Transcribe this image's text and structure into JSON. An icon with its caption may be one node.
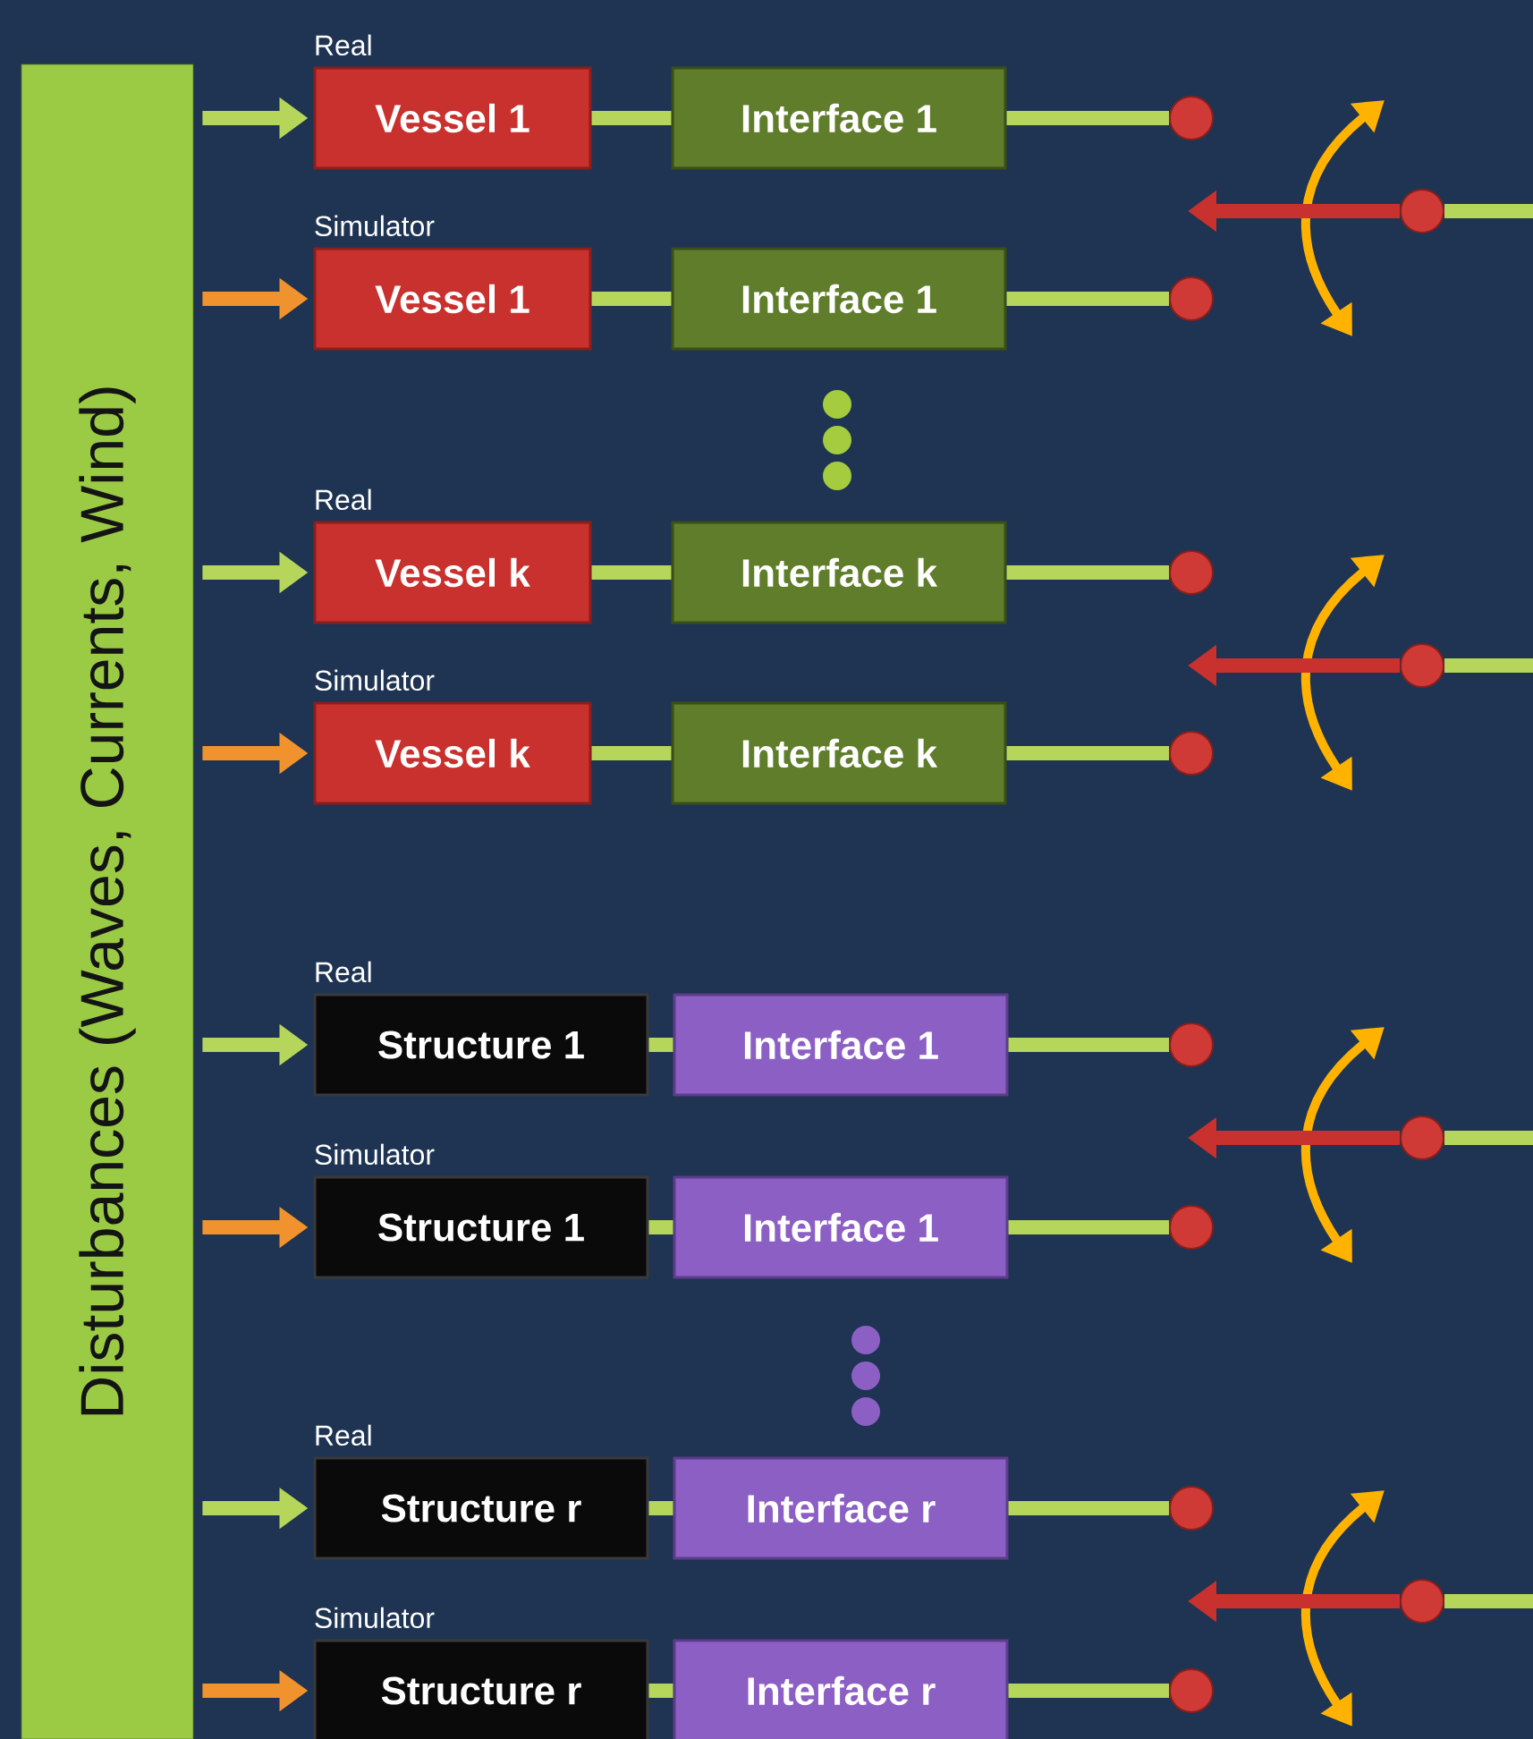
{
  "diagram": {
    "nodes": [
      {
        "text": [
          "Disturbances (Waves, Currents, Wind)"
        ]
      },
      {
        "text": [
          "Vessel 1"
        ],
        "beside": [
          "Real"
        ]
      },
      {
        "text": [
          "Interface 1"
        ]
      },
      {
        "text": [],
        "shape": "circle"
      },
      {
        "text": [
          "Vessel 1"
        ],
        "beside": [
          "Simulator"
        ]
      },
      {
        "text": [
          "Interface 1"
        ]
      },
      {
        "text": [],
        "shape": "circle"
      },
      {
        "text": [
          "Vessel k"
        ],
        "beside": [
          "Real"
        ]
      },
      {
        "text": [
          "Interface k"
        ]
      },
      {
        "text": [],
        "shape": "circle"
      },
      {
        "text": [
          "Vessel k"
        ],
        "beside": [
          "Simulator"
        ]
      },
      {
        "text": [
          "Interface k"
        ]
      },
      {
        "text": [],
        "shape": "circle"
      },
      {
        "text": [
          "Structure 1"
        ],
        "beside": [
          "Real"
        ]
      },
      {
        "text": [
          "Interface 1"
        ]
      },
      {
        "text": [],
        "shape": "circle"
      },
      {
        "text": [
          "Structure 1"
        ],
        "beside": [
          "Simulator"
        ]
      },
      {
        "text": [
          "Interface 1"
        ]
      },
      {
        "text": [],
        "shape": "circle"
      },
      {
        "text": [
          "Structure r"
        ],
        "beside": [
          "Real"
        ]
      },
      {
        "text": [
          "Interface r"
        ]
      },
      {
        "text": [],
        "shape": "circle"
      },
      {
        "text": [
          "Structure r"
        ],
        "beside": [
          "Simulator"
        ]
      },
      {
        "text": [
          "Interface r"
        ]
      },
      {
        "text": [],
        "shape": "circle"
      },
      {
        "text": [],
        "shape": "circle"
      },
      {
        "text": [],
        "shape": "circle"
      },
      {
        "text": [],
        "shape": "circle"
      },
      {
        "text": [],
        "shape": "circle"
      }
    ],
    "edges": [
      {
        "from": 0,
        "to": 1,
        "arrow": "to"
      },
      {
        "from": 0,
        "to": 4,
        "arrow": "to",
        "color": "#f0922e"
      },
      {
        "from": 0,
        "to": 7,
        "arrow": "to"
      },
      {
        "from": 0,
        "to": 10,
        "arrow": "to",
        "color": "#f0922e"
      },
      {
        "from": 0,
        "to": 13,
        "arrow": "to"
      },
      {
        "from": 0,
        "to": 16,
        "arrow": "to",
        "color": "#f0922e"
      },
      {
        "from": 0,
        "to": 19,
        "arrow": "to"
      },
      {
        "from": 0,
        "to": 22,
        "arrow": "to",
        "color": "#f0922e"
      },
      {
        "from": 1,
        "to": 2,
        "arrow": "none"
      },
      {
        "from": 2,
        "to": 3,
        "arrow": "none"
      },
      {
        "from": 4,
        "to": 5,
        "arrow": "none"
      },
      {
        "from": 5,
        "to": 6,
        "arrow": "none"
      },
      {
        "from": 7,
        "to": 8,
        "arrow": "none"
      },
      {
        "from": 8,
        "to": 9,
        "arrow": "none"
      },
      {
        "from": 10,
        "to": 11,
        "arrow": "none"
      },
      {
        "from": 11,
        "to": 12,
        "arrow": "none"
      },
      {
        "from": 13,
        "to": 14,
        "arrow": "none"
      },
      {
        "from": 14,
        "to": 15,
        "arrow": "none"
      },
      {
        "from": 16,
        "to": 17,
        "arrow": "none"
      },
      {
        "from": 17,
        "to": 18,
        "arrow": "none"
      },
      {
        "from": 19,
        "to": 20,
        "arrow": "none"
      },
      {
        "from": 20,
        "to": 21,
        "arrow": "none"
      },
      {
        "from": 22,
        "to": 23,
        "arrow": "none"
      },
      {
        "from": 23,
        "to": 24,
        "arrow": "none"
      },
      {
        "from": 25,
        "to": null,
        "arrow": "to",
        "color": "#c8312e"
      },
      {
        "from": 25,
        "to": null,
        "arrow": "none"
      },
      {
        "from": 26,
        "to": null,
        "arrow": "to",
        "color": "#c8312e"
      },
      {
        "from": 26,
        "to": null,
        "arrow": "none"
      },
      {
        "from": 27,
        "to": null,
        "arrow": "to",
        "color": "#c8312e"
      },
      {
        "from": 27,
        "to": null,
        "arrow": "none"
      },
      {
        "from": 28,
        "to": null,
        "arrow": "to",
        "color": "#c8312e"
      },
      {
        "from": 28,
        "to": null,
        "arrow": "none"
      }
    ]
  }
}
